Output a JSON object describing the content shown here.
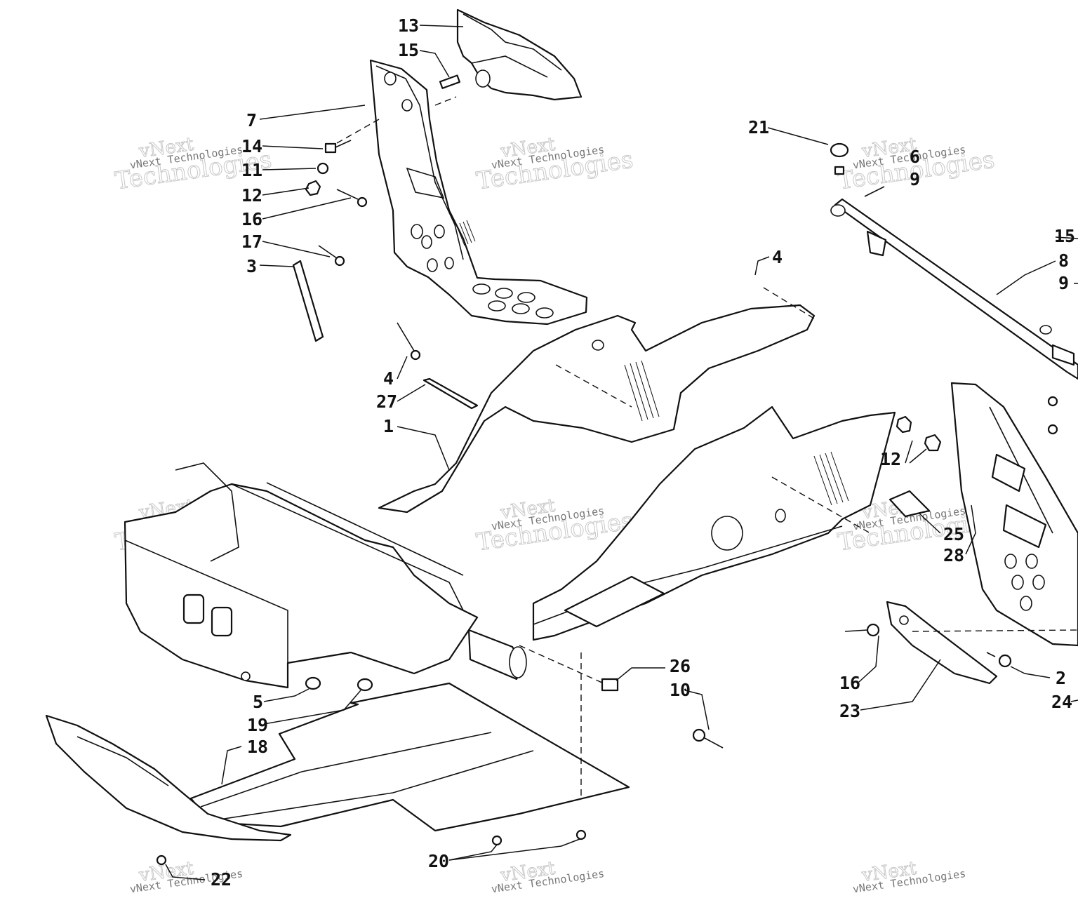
{
  "callouts": [
    {
      "id": "c13",
      "text": "13"
    },
    {
      "id": "c15a",
      "text": "15"
    },
    {
      "id": "c7",
      "text": "7"
    },
    {
      "id": "c14",
      "text": "14"
    },
    {
      "id": "c11",
      "text": "11"
    },
    {
      "id": "c12a",
      "text": "12"
    },
    {
      "id": "c16a",
      "text": "16"
    },
    {
      "id": "c17",
      "text": "17"
    },
    {
      "id": "c3",
      "text": "3"
    },
    {
      "id": "c4a",
      "text": "4"
    },
    {
      "id": "c27",
      "text": "27"
    },
    {
      "id": "c1",
      "text": "1"
    },
    {
      "id": "c4b",
      "text": "4"
    },
    {
      "id": "c21",
      "text": "21"
    },
    {
      "id": "c6",
      "text": "6"
    },
    {
      "id": "c9a",
      "text": "9"
    },
    {
      "id": "c15b",
      "text": "15"
    },
    {
      "id": "c8",
      "text": "8"
    },
    {
      "id": "c9b",
      "text": "9"
    },
    {
      "id": "c12b",
      "text": "12"
    },
    {
      "id": "c25",
      "text": "25"
    },
    {
      "id": "c28",
      "text": "28"
    },
    {
      "id": "c5",
      "text": "5"
    },
    {
      "id": "c19",
      "text": "19"
    },
    {
      "id": "c18",
      "text": "18"
    },
    {
      "id": "c26",
      "text": "26"
    },
    {
      "id": "c10",
      "text": "10"
    },
    {
      "id": "c16b",
      "text": "16"
    },
    {
      "id": "c23",
      "text": "23"
    },
    {
      "id": "c2",
      "text": "2"
    },
    {
      "id": "c24",
      "text": "24"
    },
    {
      "id": "c20",
      "text": "20"
    },
    {
      "id": "c22",
      "text": "22"
    }
  ],
  "watermark": {
    "line1": "vNext",
    "line2": "Technologies",
    "caption": "vNext Technologies"
  }
}
